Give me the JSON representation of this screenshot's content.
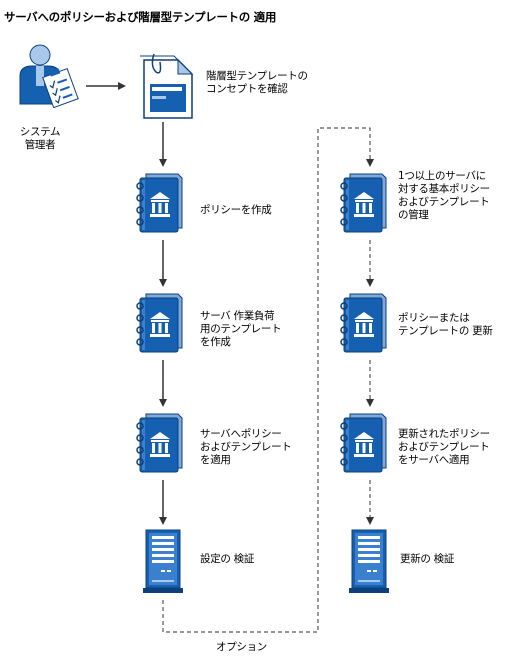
{
  "title": "サーバへのポリシーおよび階層型テンプレートの 適用",
  "actor": {
    "label_line1": "システム",
    "label_line2": "管理者",
    "icon": "admin-with-clipboard-icon"
  },
  "left_column": [
    {
      "icon": "document-icon",
      "line1": "階層型テンプレートの",
      "line2": "コンセプトを確認",
      "line3": ""
    },
    {
      "icon": "policy-binder-icon",
      "line1": "ポリシーを作成",
      "line2": "",
      "line3": ""
    },
    {
      "icon": "policy-binder-icon",
      "line1": "サーバ 作業負荷",
      "line2": "用のテンプレート",
      "line3": "を作成"
    },
    {
      "icon": "policy-binder-icon",
      "line1": "サーバへポリシー",
      "line2": "およびテンプレート",
      "line3": "を適用"
    },
    {
      "icon": "server-icon",
      "line1": "設定の 検証",
      "line2": "",
      "line3": ""
    }
  ],
  "right_column": [
    {
      "icon": "policy-binder-icon",
      "line1": "1つ以上のサーバに",
      "line2": "対する基本ポリシー",
      "line3": "およびテンプレート",
      "line4": "の管理"
    },
    {
      "icon": "policy-binder-icon",
      "line1": "ポリシーまたは",
      "line2": "テンプレートの 更新",
      "line3": "",
      "line4": ""
    },
    {
      "icon": "policy-binder-icon",
      "line1": "更新されたポリシー",
      "line2": "およびテンプレート",
      "line3": "をサーバへ適用",
      "line4": ""
    },
    {
      "icon": "server-icon",
      "line1": "更新の 検証",
      "line2": "",
      "line3": "",
      "line4": ""
    }
  ],
  "optional_label": "オプション",
  "colors": {
    "accent_blue": "#1560b0",
    "dark_blue": "#0d3f7a",
    "light_blue": "#a8c8ec",
    "arrow": "#333333"
  }
}
